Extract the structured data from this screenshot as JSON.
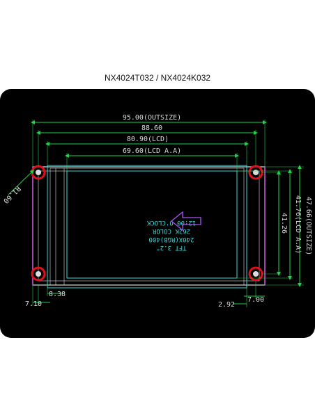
{
  "title": "NX4024T032 / NX4024K032",
  "dimensions": {
    "width_outside": "95.00(OUTSIZE)",
    "pcb_hole_span": "88.60",
    "lcd_width": "80.90(LCD)",
    "lcd_active_width": "69.60(LCD A.A)",
    "height_outside": "47.66(OUTSIZE)",
    "lcd_active_height": "41.76(LCD A.A)",
    "hole_vertical_span": "41.26",
    "corner_radius": "R1.60",
    "left_hole_offset": "7.10",
    "left_lcd_offset": "8.38",
    "right_lcd_offset": "2.92",
    "right_hole_offset": "7.00"
  },
  "screen_label": {
    "lines": [
      "TFT 3.2\"",
      "240X(RGB)400",
      "262K COLOR",
      "12:00 O'CLOCK"
    ]
  },
  "colors": {
    "panel": "#000000",
    "dimension_line": "#23d04a",
    "outline": "#dcdcdc",
    "lcd_outline": "#3fd8d8",
    "pcb_edge": "#c24bd0",
    "hole_marker": "#e0101a",
    "arrow": "#a855f7"
  }
}
